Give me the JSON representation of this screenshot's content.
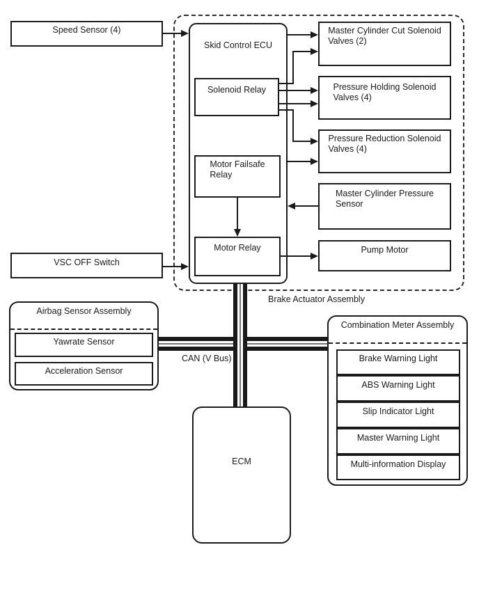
{
  "sensors": {
    "speed_sensor": "Speed Sensor (4)",
    "vsc_off_switch": "VSC OFF Switch"
  },
  "brake_actuator_assembly": {
    "label": "Brake Actuator Assembly",
    "skid_control_ecu": {
      "title": "Skid Control ECU",
      "solenoid_relay": "Solenoid Relay",
      "motor_failsafe_relay": "Motor Failsafe\nRelay",
      "motor_relay": "Motor Relay"
    },
    "actuators": {
      "master_cylinder_cut_solenoid_valves": "Master Cylinder Cut Solenoid\nValves (2)",
      "pressure_holding_solenoid_valves": "Pressure Holding Solenoid\nValves (4)",
      "pressure_reduction_solenoid_valves": "Pressure Reduction Solenoid\nValves (4)",
      "master_cylinder_pressure_sensor": "Master Cylinder Pressure\nSensor",
      "pump_motor": "Pump Motor"
    }
  },
  "airbag_sensor_assembly": {
    "title": "Airbag Sensor Assembly",
    "sensors": [
      "Yawrate Sensor",
      "Acceleration Sensor"
    ]
  },
  "can_bus": {
    "label": "CAN (V Bus)"
  },
  "combination_meter_assembly": {
    "title": "Combination Meter Assembly",
    "indicators": [
      "Brake Warning Light",
      "ABS Warning Light",
      "Slip Indicator Light",
      "Master Warning Light",
      "Multi-information Display"
    ]
  },
  "ecm": {
    "label": "ECM"
  },
  "colors": {
    "line": "#1a1a1a",
    "background": "#ffffff"
  }
}
